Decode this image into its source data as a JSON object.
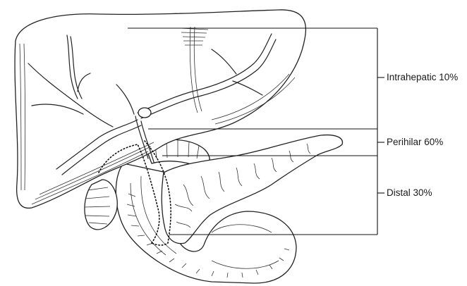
{
  "labels": {
    "intrahepatic": "Intrahepatic 10%",
    "perihilar": "Perihilar 60%",
    "distal": "Distal 30%"
  },
  "colors": {
    "ink": "#222222",
    "background": "#ffffff"
  }
}
